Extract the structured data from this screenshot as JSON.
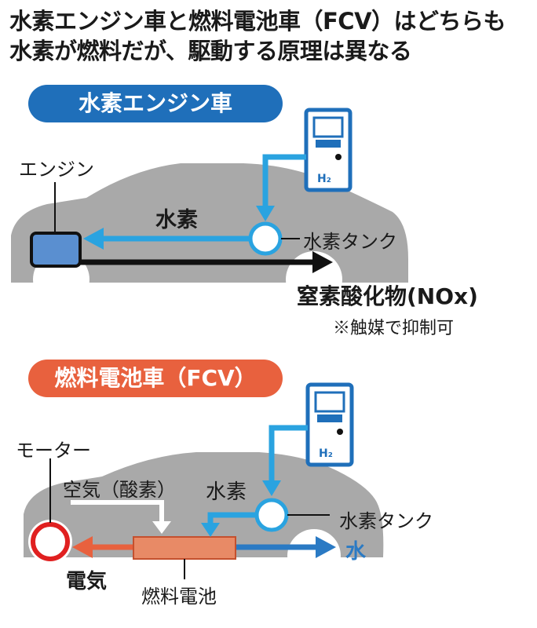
{
  "headline": {
    "line1": "水素エンジン車と燃料電池車（FCV）はどちらも",
    "line2": "水素が燃料だが、駆動する原理は異なる"
  },
  "section1": {
    "title": "水素エンジン車",
    "engine_label": "エンジン",
    "hydrogen_label": "水素",
    "tank_label": "水素タンク",
    "exhaust_label": "窒素酸化物(NOx)",
    "exhaust_note": "※触媒で抑制可",
    "station_label": "H₂"
  },
  "section2": {
    "title": "燃料電池車（FCV）",
    "motor_label": "モーター",
    "air_label": "空気（酸素）",
    "hydrogen_label": "水素",
    "tank_label": "水素タンク",
    "water_label": "水",
    "electricity_label": "電気",
    "fuel_cell_label": "燃料電池",
    "station_label": "H₂"
  },
  "colors": {
    "blue": "#1f6fba",
    "light_blue": "#2aa3e0",
    "orange": "#e8613e",
    "red": "#e02020",
    "gray": "#a9a9a9",
    "dark": "#1a1a1a"
  }
}
